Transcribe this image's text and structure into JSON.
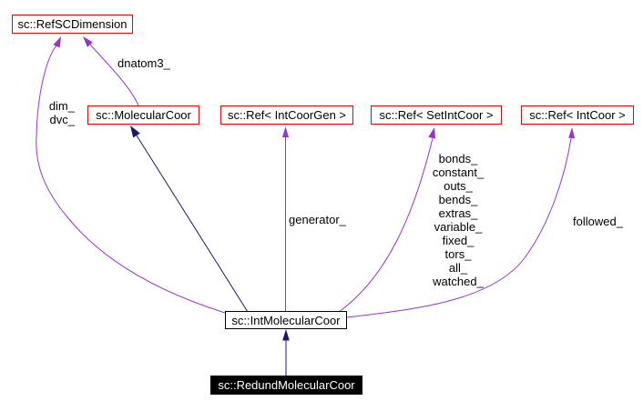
{
  "diagram": {
    "type": "class-collaboration-graph",
    "background": "#ffffff",
    "colors": {
      "usage_edge": "#9a32cd",
      "inheritance_edge": "#191970",
      "external_node_border": "#ee0000",
      "documented_node_border": "#000000",
      "current_node_background": "#000000",
      "current_node_text": "#ffffff"
    },
    "nodes": {
      "refscdimension": {
        "label": "sc::RefSCDimension"
      },
      "molecularcoor": {
        "label": "sc::MolecularCoor"
      },
      "ref_intcoorgen": {
        "label": "sc::Ref< IntCoorGen >"
      },
      "ref_setintcoor": {
        "label": "sc::Ref< SetIntCoor >"
      },
      "ref_intcoor": {
        "label": "sc::Ref< IntCoor >"
      },
      "intmolecularcoor": {
        "label": "sc::IntMolecularCoor"
      },
      "redundmolecularcoor": {
        "label": "sc::RedundMolecularCoor"
      }
    },
    "edge_labels": {
      "dim_dvc": "dim_\ndvc_",
      "dnatom3": "dnatom3_",
      "generator": "generator_",
      "members": "bonds_\nconstant_\nouts_\nbends_\nextras_\nvariable_\nfixed_\ntors_\nall_\nwatched_",
      "followed": "followed_"
    }
  }
}
